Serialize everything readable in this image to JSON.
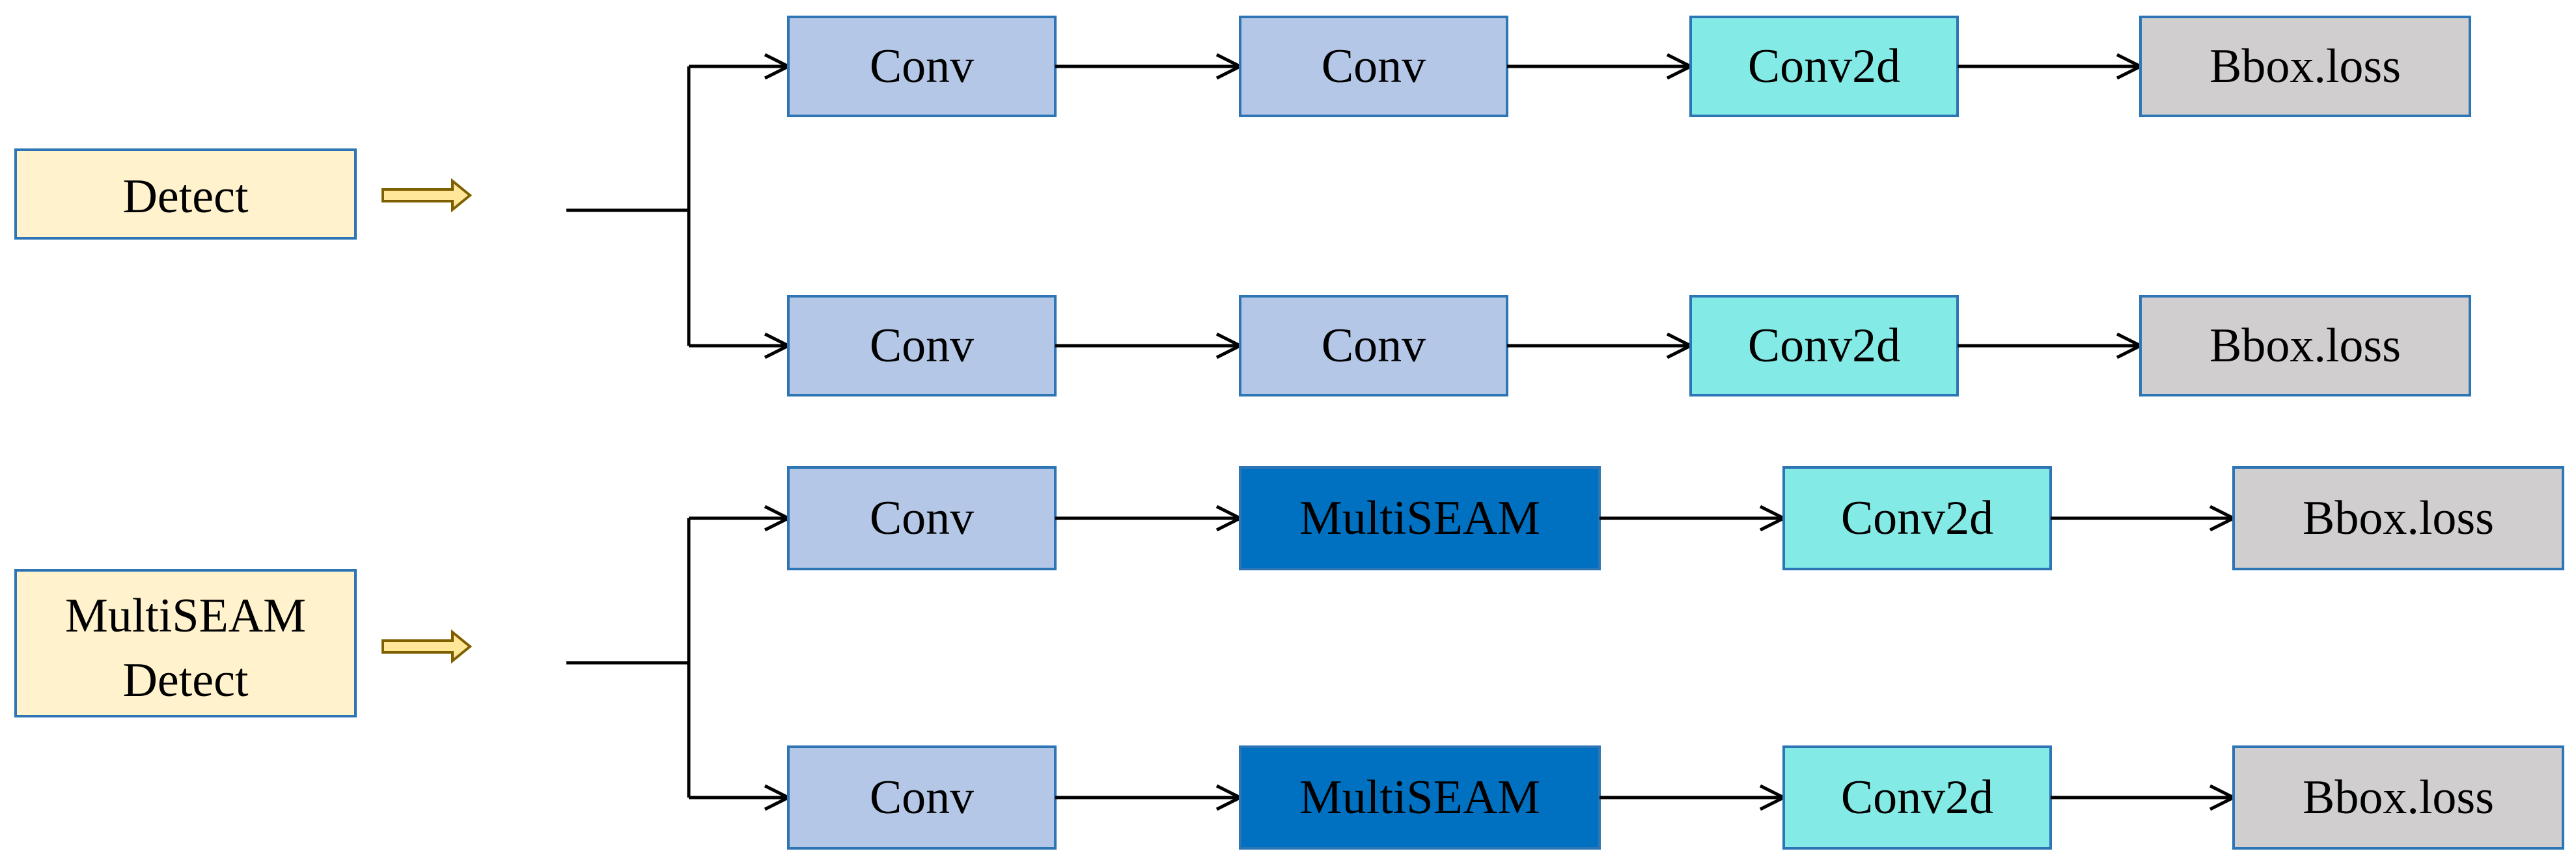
{
  "colors": {
    "input_fill": "#FFF2CC",
    "conv_fill": "#B4C7E7",
    "multiseam_fill": "#0070C0",
    "conv2d_fill": "#83EAE6",
    "loss_fill": "#D0CECE",
    "box_border": "#2E75B6",
    "line": "#000000",
    "block_arrow_fill": "#FFE699",
    "block_arrow_stroke": "#7F6000"
  },
  "detect": {
    "input_label": "Detect",
    "branch_top": {
      "stage1": "Conv",
      "stage2": "Conv",
      "stage3": "Conv2d",
      "stage4": "Bbox.loss"
    },
    "branch_bottom": {
      "stage1": "Conv",
      "stage2": "Conv",
      "stage3": "Conv2d",
      "stage4": "Bbox.loss"
    }
  },
  "multiseam": {
    "input_label_line1": "MultiSEAM",
    "input_label_line2": "Detect",
    "branch_top": {
      "stage1": "Conv",
      "stage2": "MultiSEAM",
      "stage3": "Conv2d",
      "stage4": "Bbox.loss"
    },
    "branch_bottom": {
      "stage1": "Conv",
      "stage2": "MultiSEAM",
      "stage3": "Conv2d",
      "stage4": "Bbox.loss"
    }
  }
}
